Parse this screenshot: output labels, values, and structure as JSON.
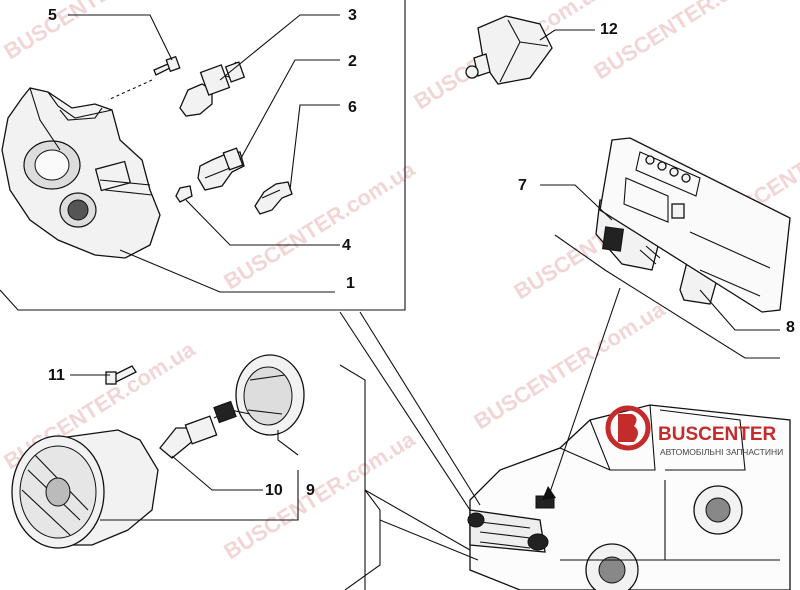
{
  "callouts": [
    {
      "id": "1",
      "label": "1"
    },
    {
      "id": "2",
      "label": "2"
    },
    {
      "id": "3",
      "label": "3"
    },
    {
      "id": "4",
      "label": "4"
    },
    {
      "id": "5",
      "label": "5"
    },
    {
      "id": "6",
      "label": "6"
    },
    {
      "id": "7",
      "label": "7"
    },
    {
      "id": "8",
      "label": "8"
    },
    {
      "id": "9",
      "label": "9"
    },
    {
      "id": "10",
      "label": "10"
    },
    {
      "id": "11",
      "label": "11"
    },
    {
      "id": "12",
      "label": "12"
    }
  ],
  "brand": {
    "name": "BUSCENTER",
    "tagline": "АВТОМОБІЛЬНІ ЗАПЧАСТИНИ",
    "accent_color": "#c42b2b"
  },
  "watermark": {
    "text": "BUSCENTER.com.ua",
    "color": "#e8b4b4"
  }
}
